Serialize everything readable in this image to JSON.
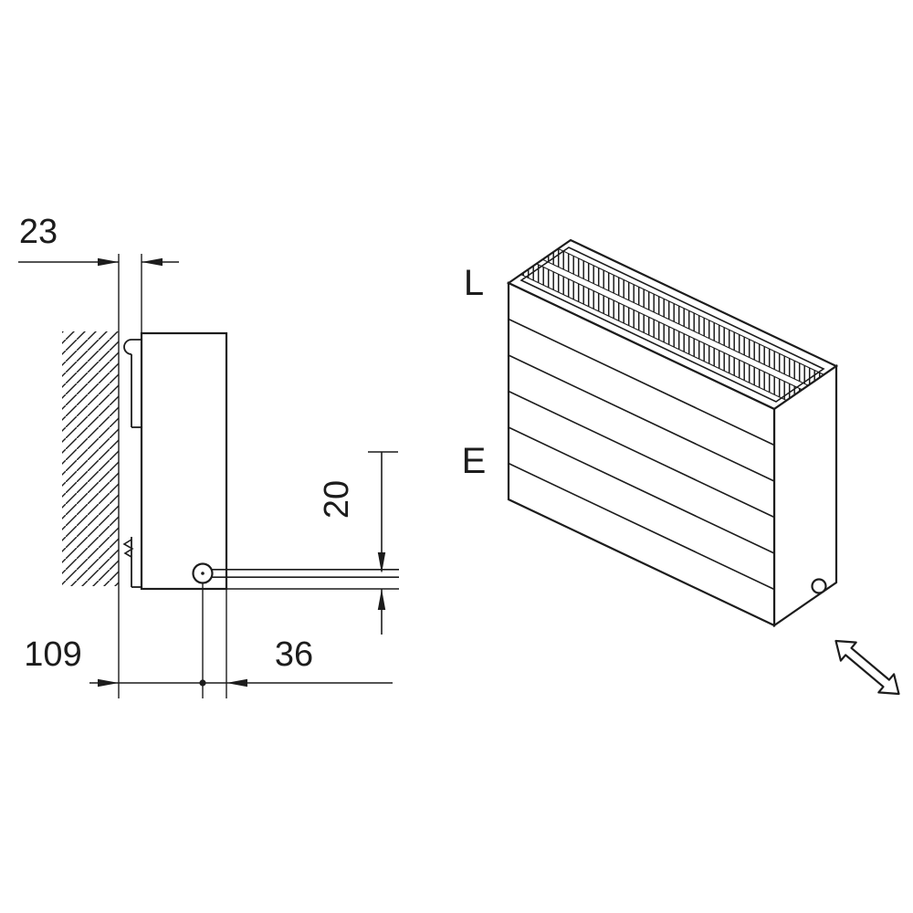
{
  "drawing": {
    "title": "radiator-mounting-dimension-drawing",
    "side_view": {
      "dim_wall_gap": "23",
      "dim_wall_to_pipe": "109",
      "dim_pipe_to_front": "36",
      "dim_pipe_height": "20"
    },
    "iso_view": {
      "label_top": "L",
      "label_bottom": "E"
    },
    "colors": {
      "line": "#1c1c1c",
      "background": "#ffffff"
    }
  }
}
